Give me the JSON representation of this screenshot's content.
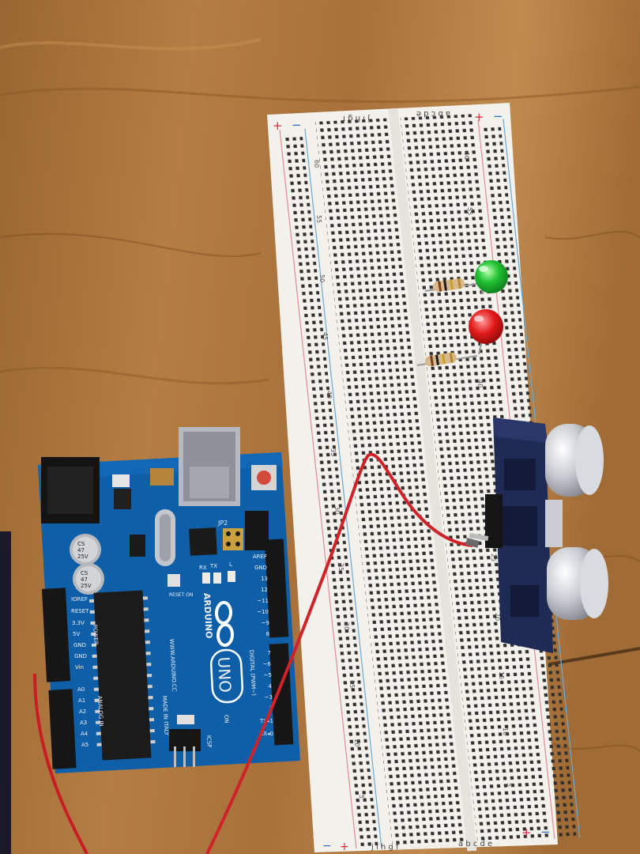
{
  "breadboard": {
    "top_rails": [
      "+",
      "−"
    ],
    "top_columns_left": "j i h g f",
    "top_columns_right": "a b c d e",
    "left_row_numbers": [
      "60",
      "55",
      "50",
      "45",
      "40",
      "35",
      "30",
      "25",
      "20",
      "15",
      "10",
      "5"
    ],
    "right_row_numbers": [
      "60",
      "55",
      "40",
      "25",
      "20",
      "15",
      "10",
      "5"
    ],
    "bottom_rails": [
      "−",
      "+"
    ],
    "bottom_columns_left": "j i h g f",
    "bottom_columns_right": "a b c d e"
  },
  "arduino": {
    "brand": "ARDUINO",
    "model": "UNO",
    "made_in": "MADE IN ITALY",
    "website": "WWW.ARDUINO.CC",
    "digital_label": "DIGITAL (PWM~)",
    "power_label": "POWER",
    "analog_label": "ANALOG IN",
    "icsp_label": "ICSP",
    "reset_on_label": "RESET ON",
    "on_label": "ON",
    "capacitor_text": [
      "CS",
      "47",
      "25V"
    ],
    "left_header_pins": [
      "IOREF",
      "RESET",
      "3.3V",
      "5V",
      "GND",
      "GND",
      "Vin"
    ],
    "analog_pins": [
      "A0",
      "A1",
      "A2",
      "A3",
      "A4",
      "A5"
    ],
    "digital_pins": [
      "AREF",
      "GND",
      "13",
      "12",
      "~11",
      "~10",
      "~9",
      "8",
      "7",
      "~6",
      "~5",
      "4",
      "~3",
      "2",
      "TX▸1",
      "RX◂0"
    ],
    "led_labels": [
      "L",
      "TX",
      "RX"
    ],
    "jp_label": "JP2"
  }
}
